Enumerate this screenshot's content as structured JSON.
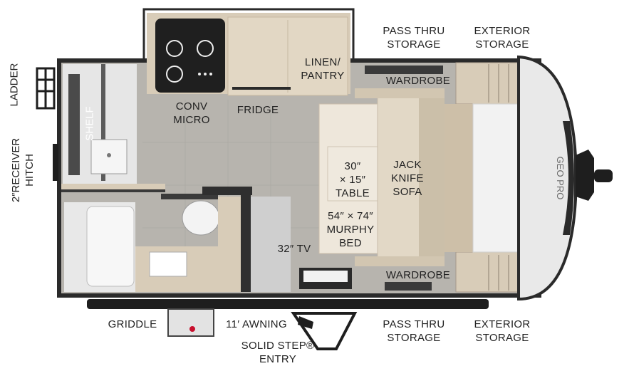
{
  "colors": {
    "wall": "#2a2a2a",
    "floor": "#b7b4ae",
    "wood": "#d8ccb8",
    "sofa": "#e4dbcc",
    "cap": "#e9e9e9"
  },
  "labels": {
    "pass_thru_storage_top": [
      "PASS THRU",
      "STORAGE"
    ],
    "exterior_storage_top": [
      "EXTERIOR",
      "STORAGE"
    ],
    "linen_pantry": [
      "LINEN/",
      "PANTRY"
    ],
    "wardrobe_top": "WARDROBE",
    "ladder": "LADDER",
    "shelf": "SHELF",
    "conv_micro": [
      "CONV",
      "MICRO"
    ],
    "fridge": "FRIDGE",
    "table": [
      "30″",
      "× 15″",
      "TABLE"
    ],
    "sofa": [
      "JACK",
      "KNIFE",
      "SOFA"
    ],
    "receiver_hitch": [
      "2″RECEIVER",
      "HITCH"
    ],
    "murphy_bed": [
      "54″ × 74″",
      "MURPHY",
      "BED"
    ],
    "tv": "32″ TV",
    "wardrobe_bottom": "WARDROBE",
    "griddle": "GRIDDLE",
    "awning": "11′ AWNING",
    "pass_thru_storage_bottom": [
      "PASS THRU",
      "STORAGE"
    ],
    "exterior_storage_bottom": [
      "EXTERIOR",
      "STORAGE"
    ],
    "entry": [
      "SOLID STEP®",
      "ENTRY"
    ]
  },
  "branding": {
    "cap_logo": "GEO PRO"
  }
}
